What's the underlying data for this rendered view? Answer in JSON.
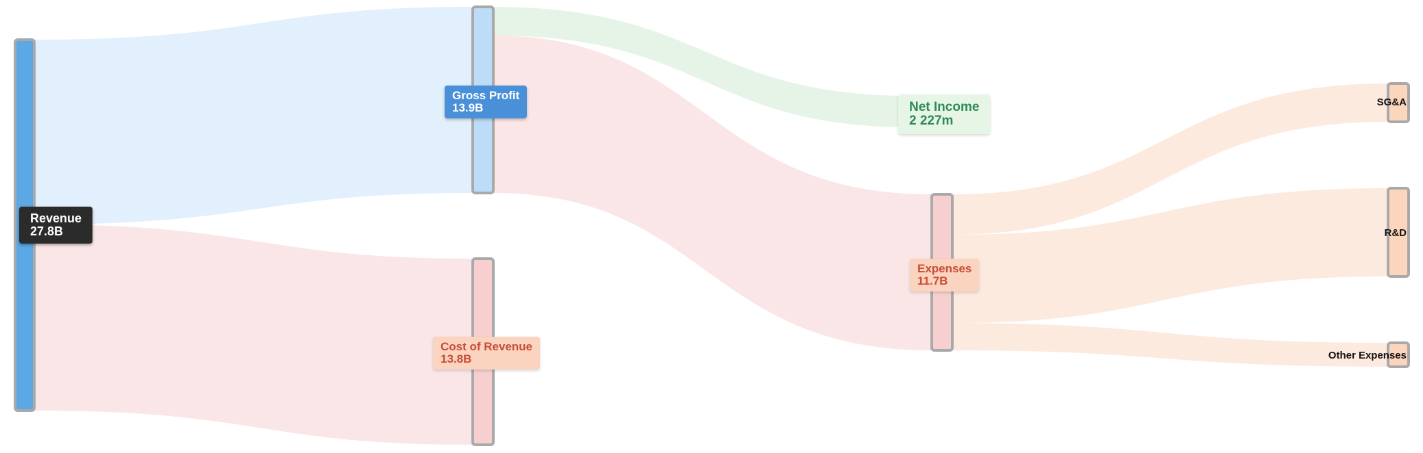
{
  "diagram": {
    "type": "sankey",
    "colors": {
      "revenue_node": "#5ba8e5",
      "gross_node": "#bcdcf7",
      "cost_node": "#f7cfcf",
      "expense_node": "#f7cfcf",
      "leaf_node": "#fcd5bd",
      "node_border": "#a9a9a9",
      "flow_blue": "#e2effc",
      "flow_red": "#fae6e6",
      "flow_green": "#e6f4e8",
      "flow_orange": "#fdeadf"
    },
    "nodes": {
      "revenue": {
        "name": "Revenue",
        "value": "27.8B"
      },
      "gross": {
        "name": "Gross Profit",
        "value": "13.9B"
      },
      "cost": {
        "name": "Cost of Revenue",
        "value": "13.8B"
      },
      "net": {
        "name": "Net Income",
        "value": "2 227m"
      },
      "expenses": {
        "name": "Expenses",
        "value": "11.7B"
      },
      "sga": {
        "name": "SG&A"
      },
      "rd": {
        "name": "R&D"
      },
      "other": {
        "name": "Other Expenses"
      }
    },
    "links": [
      {
        "from": "Revenue",
        "to": "Gross Profit",
        "value_b": 13.9
      },
      {
        "from": "Revenue",
        "to": "Cost of Revenue",
        "value_b": 13.8
      },
      {
        "from": "Gross Profit",
        "to": "Net Income",
        "value_b": 2.227
      },
      {
        "from": "Gross Profit",
        "to": "Expenses",
        "value_b": 11.7
      },
      {
        "from": "Expenses",
        "to": "SG&A"
      },
      {
        "from": "Expenses",
        "to": "R&D"
      },
      {
        "from": "Expenses",
        "to": "Other Expenses"
      }
    ]
  }
}
